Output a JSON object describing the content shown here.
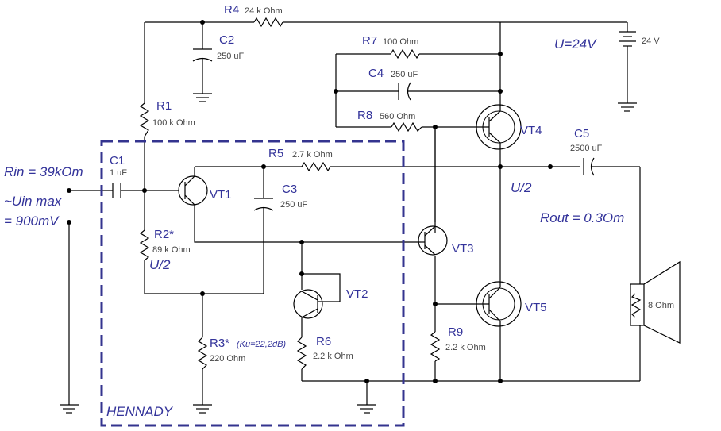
{
  "labels": {
    "r4_name": "R4",
    "r4_val": "24 k Ohm",
    "c2_name": "C2",
    "c2_val": "250 uF",
    "r7_name": "R7",
    "r7_val": "100  Ohm",
    "c4_name": "C4",
    "c4_val": "250 uF",
    "r8_name": "R8",
    "r8_val": "560  Ohm",
    "r1_name": "R1",
    "r1_val": "100 k Ohm",
    "c1_name": "C1",
    "c1_val": "1 uF",
    "r5_name": "R5",
    "r5_val": "2.7 k Ohm",
    "c3_name": "C3",
    "c3_val": "250 uF",
    "vt1": "VT1",
    "vt2": "VT2",
    "vt3": "VT3",
    "vt4": "VT4",
    "vt5": "VT5",
    "r2_name": "R2*",
    "r2_val": "89 k Ohm",
    "r3_name": "R3*",
    "r3_note": "(Ku=22,2dB)",
    "r3_val": "220  Ohm",
    "r6_name": "R6",
    "r6_val": "2.2 k Ohm",
    "r9_name": "R9",
    "r9_val": "2.2 k Ohm",
    "c5_name": "C5",
    "c5_val": "2500 uF",
    "batt_val": "24 V",
    "supply": "U=24V",
    "half_v_left": "U/2",
    "half_v_right": "U/2",
    "rin": "Rin = 39kOm",
    "uin_line1": "~Uin max",
    "uin_line2": "= 900mV",
    "rout": "Rout = 0.3Om",
    "spk_val": "8  Ohm",
    "block_name": "HENNADY"
  },
  "colors": {
    "label_blue": "#33339a",
    "dashed_box": "#34348f",
    "wire": "#000000"
  }
}
